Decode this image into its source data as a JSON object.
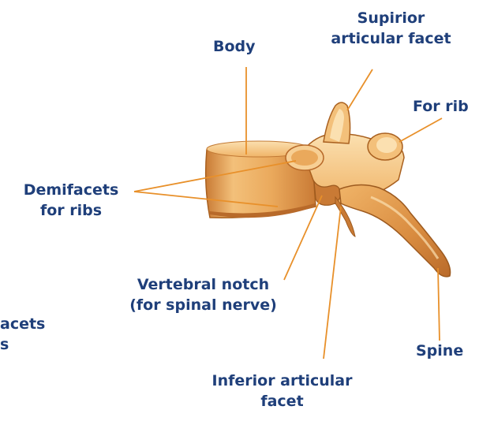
{
  "labels": {
    "body": "Body",
    "superior_facet": [
      "Supirior",
      "articular facet"
    ],
    "for_rib": "For rib",
    "demifacets": [
      "Demifacets",
      "for ribs"
    ],
    "vertebral_notch": [
      "Vertebral notch",
      "(for spinal nerve)"
    ],
    "spine": "Spine",
    "inferior_facet": [
      "Inferior articular",
      "facet"
    ],
    "cut_left": [
      "acets",
      "s"
    ]
  },
  "colors": {
    "label_text": "#1f3f7a",
    "leader_line": "#e8902a",
    "bone_main": "#f0b468",
    "bone_shadow": "#c97a35",
    "bone_highlight": "#fbe0b0"
  }
}
